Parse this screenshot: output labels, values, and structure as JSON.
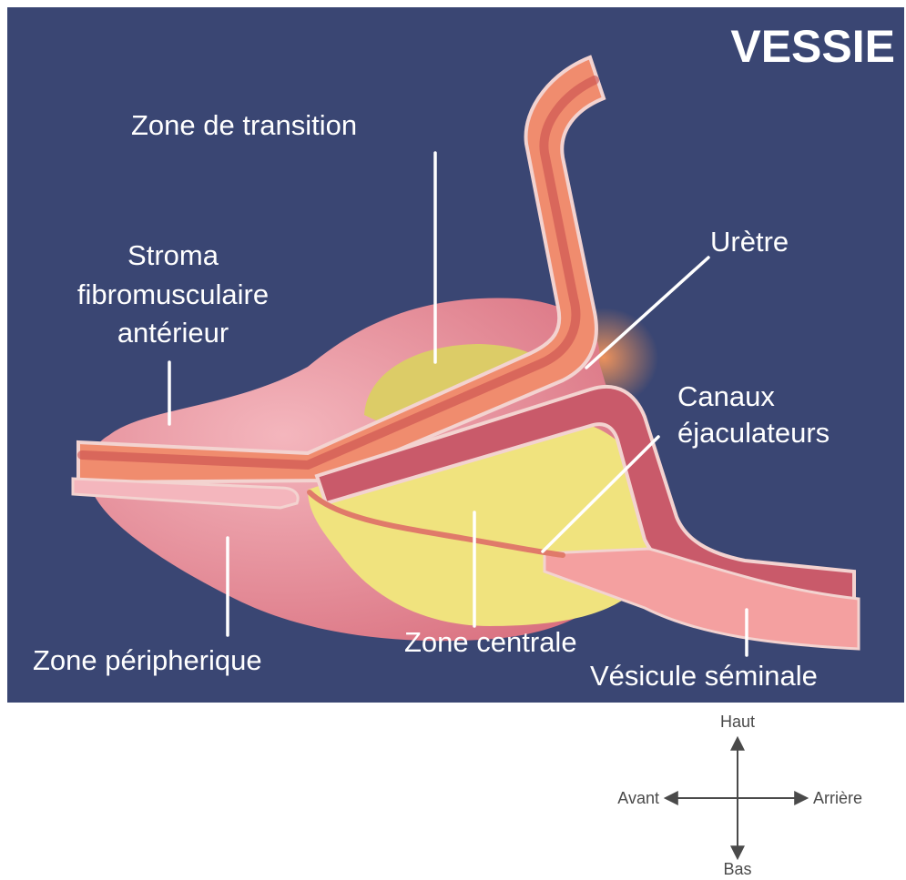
{
  "title": "VESSIE",
  "labels": {
    "zone_transition": "Zone de transition",
    "stroma_line1": "Stroma",
    "stroma_line2": "fibromusculaire",
    "stroma_line3": "antérieur",
    "uretre": "Urètre",
    "canaux_line1": "Canaux",
    "canaux_line2": "éjaculateurs",
    "zone_peripherique": "Zone péripherique",
    "zone_centrale": "Zone centrale",
    "vesicule_seminale": "Vésicule séminale"
  },
  "orientation": {
    "up": "Haut",
    "down": "Bas",
    "front": "Avant",
    "back": "Arrière"
  },
  "colors": {
    "background": "#3a4673",
    "peripheral_zone": "#e79aa6",
    "transition_zone": "#dccc67",
    "central_zone": "#f0e37e",
    "urethra": "#f08c6e",
    "outline": "#f3d3d0",
    "text": "#ffffff"
  }
}
